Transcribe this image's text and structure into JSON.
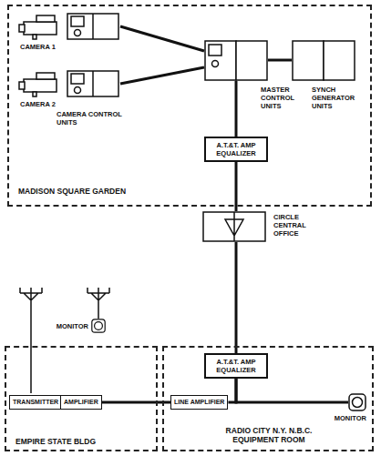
{
  "diagram": {
    "nodes": [
      {
        "text": [
          "MADISON SQUARE GARDEN"
        ]
      },
      {
        "text": [
          "CAMERA 1"
        ],
        "in": 0
      },
      {
        "text": [
          "CAMERA 2",
          "CAMERA CONTROL UNITS"
        ],
        "in": 0
      },
      {
        "text": [
          "MASTER CONTROL UNITS"
        ],
        "in": 0
      },
      {
        "text": [
          "SYNCH GENERATOR UNITS"
        ],
        "in": 0
      },
      {
        "text": [
          "A.T.&T. AMP EQUALIZER"
        ],
        "in": 0
      },
      {
        "text": [
          "CIRCLE CENTRAL OFFICE"
        ]
      },
      {
        "text": [
          "MONITOR"
        ]
      },
      {
        "text": [
          "EMPIRE STATE BLDG"
        ]
      },
      {
        "text": [
          "TRANSMITTER"
        ],
        "in": 8
      },
      {
        "text": [
          "AMPLIFIER"
        ],
        "in": 8
      },
      {
        "text": [
          "RADIO CITY N.Y. N.B.C. EQUIPMENT ROOM"
        ]
      },
      {
        "text": [
          "A.T.&T. AMP EQUALIZER"
        ],
        "in": 11
      },
      {
        "text": [
          "LINE AMPLIFIER"
        ],
        "in": 11
      },
      {
        "text": [
          "MONITOR"
        ],
        "in": 11
      }
    ],
    "edges": [
      {
        "from": 1,
        "to": 3,
        "arrow": "none"
      },
      {
        "from": 2,
        "to": 3,
        "arrow": "none"
      },
      {
        "from": 3,
        "to": 4,
        "arrow": "none"
      },
      {
        "from": 3,
        "to": 5,
        "arrow": "none"
      },
      {
        "from": 5,
        "to": 6,
        "arrow": "none"
      },
      {
        "from": 6,
        "to": 12,
        "arrow": "none"
      },
      {
        "from": 12,
        "to": 13,
        "arrow": "none"
      },
      {
        "from": 12,
        "to": 14,
        "arrow": "none"
      },
      {
        "from": 13,
        "to": 10,
        "arrow": "none"
      },
      {
        "from": 10,
        "to": 9,
        "arrow": "none"
      }
    ]
  }
}
